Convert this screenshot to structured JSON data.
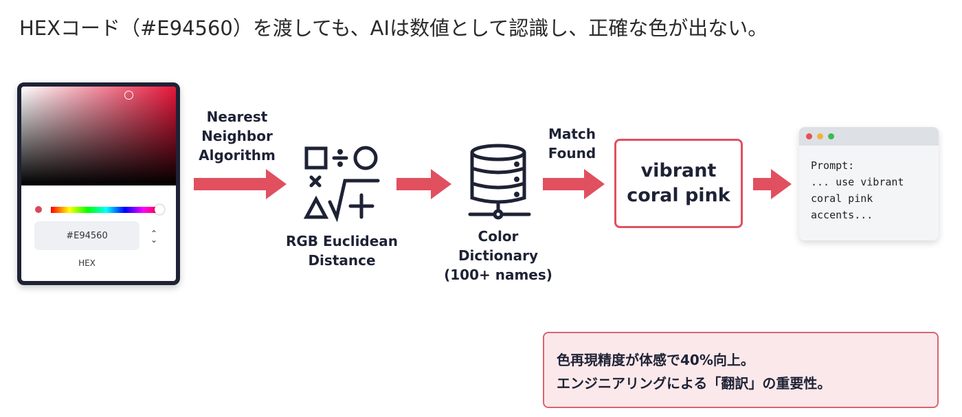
{
  "title": "HEXコード（#E94560）を渡しても、AIは数値として認識し、正確な色が出ない。",
  "picker": {
    "hex_value": "#E94560",
    "format_label": "HEX",
    "hue_percent": 100
  },
  "steps": {
    "algo_label": [
      "Nearest",
      "Neighbor",
      "Algorithm"
    ],
    "math_label": [
      "RGB Euclidean",
      "Distance"
    ],
    "db_label": [
      "Color",
      "Dictionary",
      "(100+ names)"
    ],
    "match_label": [
      "Match",
      "Found"
    ],
    "result": [
      "vibrant",
      "coral pink"
    ]
  },
  "prompt_window": {
    "lines": [
      "Prompt:",
      "... use vibrant",
      "coral pink",
      "accents..."
    ]
  },
  "note": {
    "lines": [
      "色再現精度が体感で40%向上。",
      "エンジニアリングによる「翻訳」の重要性。"
    ]
  },
  "colors": {
    "accent": "#e0505f",
    "navy": "#1e2235"
  }
}
